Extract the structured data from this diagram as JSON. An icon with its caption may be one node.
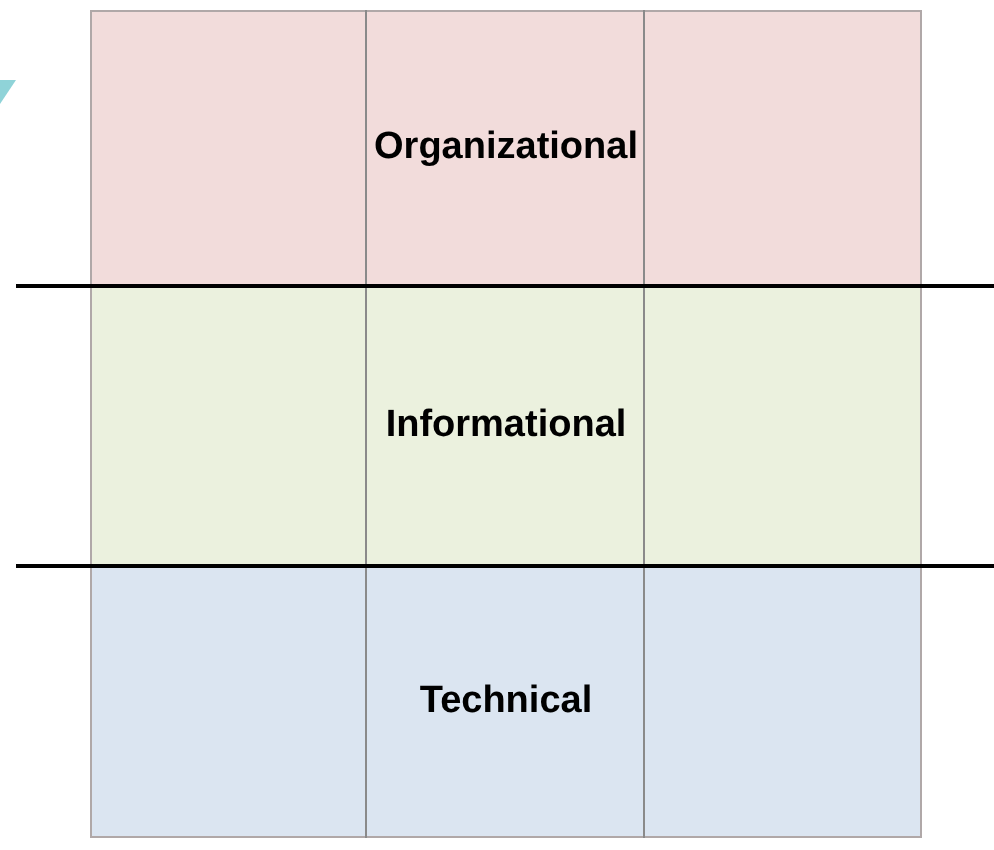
{
  "diagram": {
    "nodes": [
      {
        "text": [
          "Organizational"
        ]
      },
      {
        "text": [
          "Informational"
        ]
      },
      {
        "text": [
          "Technical"
        ]
      }
    ]
  }
}
